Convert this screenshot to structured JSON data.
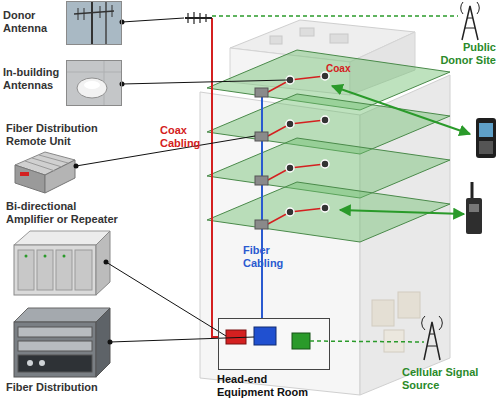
{
  "diagram": {
    "nodes": [
      {
        "text": [
          "Donor Antenna"
        ]
      },
      {
        "text": [
          "In-building Antennas"
        ]
      },
      {
        "text": [
          "Fiber Distribution Remote Unit"
        ]
      },
      {
        "text": [
          "Bi-directional Amplifier or Repeater"
        ]
      },
      {
        "text": [
          "Fiber Distribution"
        ]
      },
      {
        "text": [
          "Head-end Equipment Room"
        ]
      }
    ],
    "labels": [
      "Coax",
      "Coax Cabling",
      "Fiber Cabling",
      "Public Donor Site",
      "Cellular Signal Source"
    ]
  }
}
